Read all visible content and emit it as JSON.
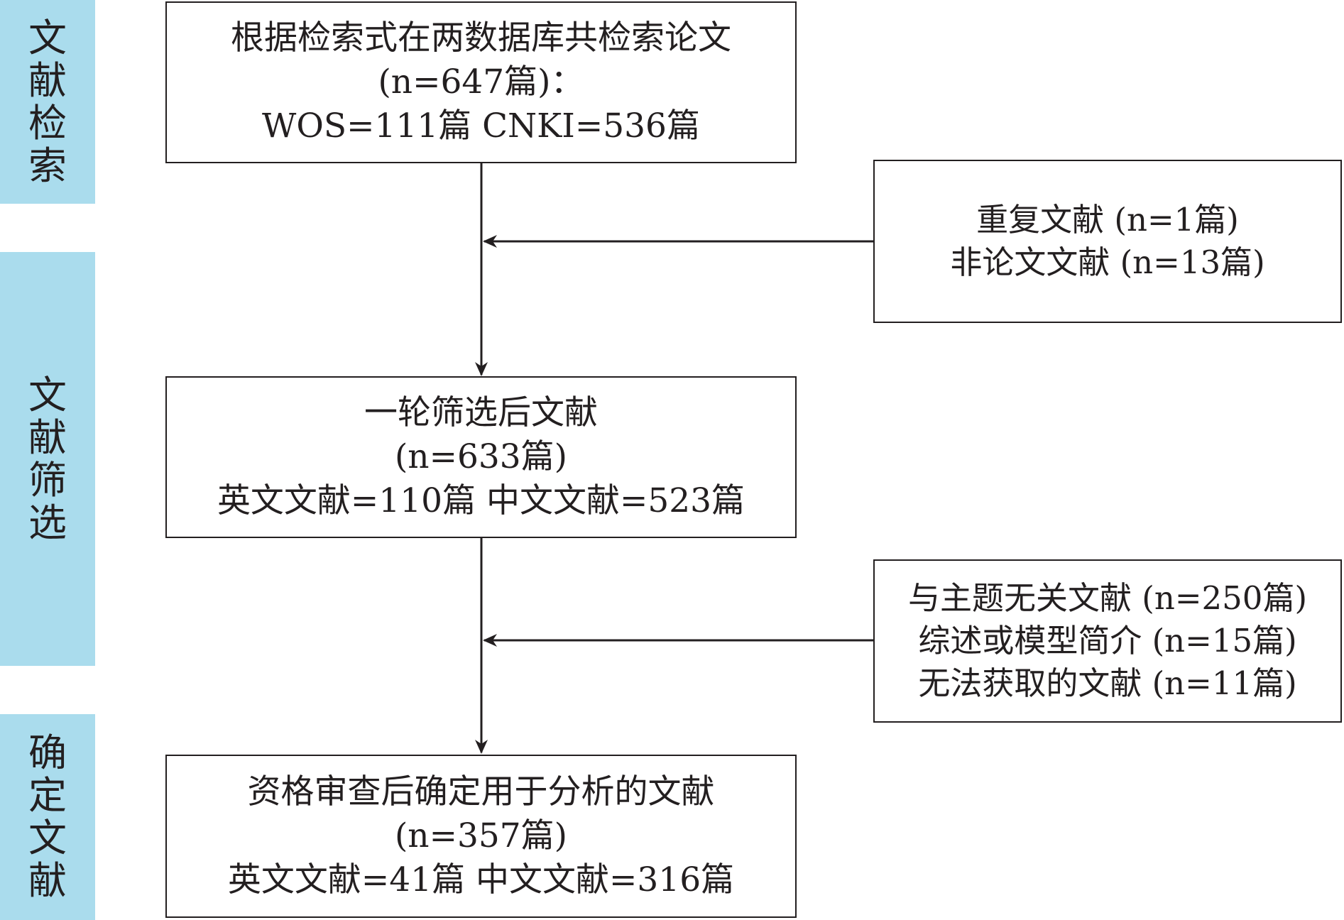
{
  "stages": [
    {
      "label": "文献检索"
    },
    {
      "label": "文献筛选"
    },
    {
      "label": "确定文献"
    }
  ],
  "boxes": {
    "search": {
      "line1": "根据检索式在两数据库共检索论文",
      "line2": "(n=647篇)：",
      "line3": "WOS=111篇    CNKI=536篇"
    },
    "exclude1": {
      "line1": "重复文献 (n=1篇)",
      "line2": "非论文文献 (n=13篇)"
    },
    "screen": {
      "line1": "一轮筛选后文献",
      "line2": "(n=633篇)",
      "line3": "英文文献=110篇    中文文献=523篇"
    },
    "exclude2": {
      "line1": "与主题无关文献 (n=250篇)",
      "line2": "综述或模型简介 (n=15篇)",
      "line3": "无法获取的文献 (n=11篇)"
    },
    "final": {
      "line1": "资格审查后确定用于分析的文献",
      "line2": "(n=357篇)",
      "line3": "英文文献=41篇  中文文献=316篇"
    }
  },
  "colors": {
    "stage_fill": "#aadced",
    "line": "#231f20"
  }
}
